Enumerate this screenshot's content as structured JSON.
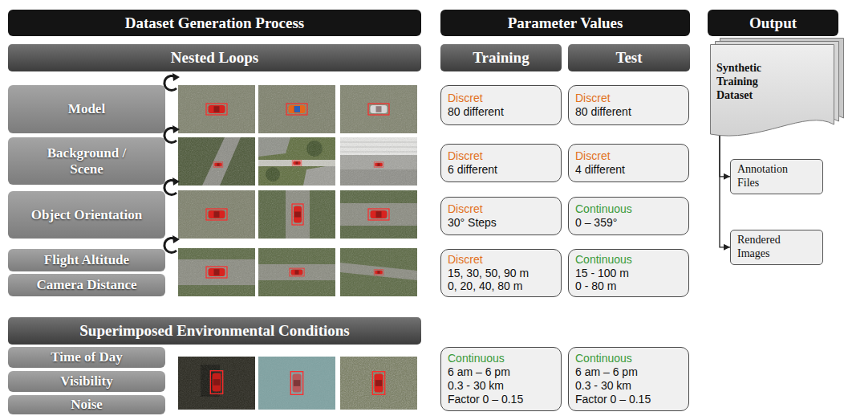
{
  "diagram": {
    "nodes": [
      {
        "text": [
          "Dataset Generation Process"
        ]
      },
      {
        "text": [
          "Parameter Values"
        ]
      },
      {
        "text": [
          "Output"
        ]
      },
      {
        "text": [
          "Nested Loops"
        ]
      },
      {
        "text": [
          "Training"
        ]
      },
      {
        "text": [
          "Test"
        ]
      },
      {
        "text": [
          "Synthetic Training Dataset"
        ]
      },
      {
        "text": [
          "Model"
        ]
      },
      {
        "text": [
          "Discret",
          "80 different"
        ]
      },
      {
        "text": [
          "Discret",
          "80 different"
        ]
      },
      {
        "text": [
          "Background / Scene"
        ]
      },
      {
        "text": [
          "Discret",
          "6 different"
        ]
      },
      {
        "text": [
          "Discret",
          "4 different"
        ]
      },
      {
        "text": [
          "Annotation Files"
        ]
      },
      {
        "text": [
          "Object Orientation"
        ]
      },
      {
        "text": [
          "Discret",
          "30° Steps"
        ]
      },
      {
        "text": [
          "Continuous",
          "0 – 359°"
        ]
      },
      {
        "text": [
          "Rendered Images"
        ]
      },
      {
        "text": [
          "Flight Altitude"
        ]
      },
      {
        "text": [
          "Camera Distance"
        ]
      },
      {
        "text": [
          "Discret",
          "15, 30, 50, 90 m",
          "0, 20, 40, 80 m"
        ]
      },
      {
        "text": [
          "Continuous",
          "15 - 100 m",
          "0 - 80 m"
        ]
      },
      {
        "text": [
          "Superimposed Environmental Conditions"
        ]
      },
      {
        "text": [
          "Time of Day"
        ]
      },
      {
        "text": [
          "Continuous",
          "6 am – 6 pm",
          "0.3 - 30 km",
          "Factor 0 – 0.15"
        ]
      },
      {
        "text": [
          "Continuous",
          "6 am – 6 pm",
          "0.3 - 30 km",
          "Factor 0 – 0.15"
        ]
      },
      {
        "text": [
          "Visibility"
        ]
      },
      {
        "text": [
          "Noise"
        ]
      }
    ],
    "edges": [
      {
        "from": 6,
        "to": 13,
        "arrow": "to"
      },
      {
        "from": 6,
        "to": 17,
        "arrow": "to"
      }
    ]
  }
}
